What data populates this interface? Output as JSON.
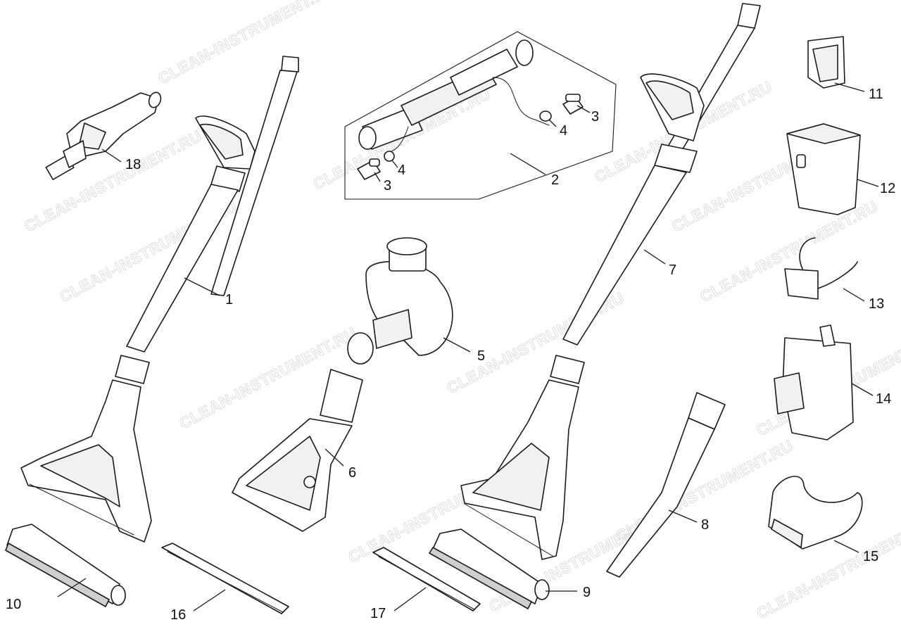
{
  "diagram": {
    "watermark": "CLEAN-INSTRUMENT.RU",
    "callouts": [
      {
        "id": "1",
        "label": "1"
      },
      {
        "id": "2",
        "label": "2"
      },
      {
        "id": "3a",
        "label": "3"
      },
      {
        "id": "3b",
        "label": "3"
      },
      {
        "id": "4a",
        "label": "4"
      },
      {
        "id": "4b",
        "label": "4"
      },
      {
        "id": "5",
        "label": "5"
      },
      {
        "id": "6",
        "label": "6"
      },
      {
        "id": "7",
        "label": "7"
      },
      {
        "id": "8",
        "label": "8"
      },
      {
        "id": "9",
        "label": "9"
      },
      {
        "id": "10",
        "label": "10"
      },
      {
        "id": "11",
        "label": "11"
      },
      {
        "id": "12",
        "label": "12"
      },
      {
        "id": "13",
        "label": "13"
      },
      {
        "id": "14",
        "label": "14"
      },
      {
        "id": "15",
        "label": "15"
      },
      {
        "id": "16",
        "label": "16"
      },
      {
        "id": "17",
        "label": "17"
      },
      {
        "id": "18",
        "label": "18"
      }
    ]
  }
}
